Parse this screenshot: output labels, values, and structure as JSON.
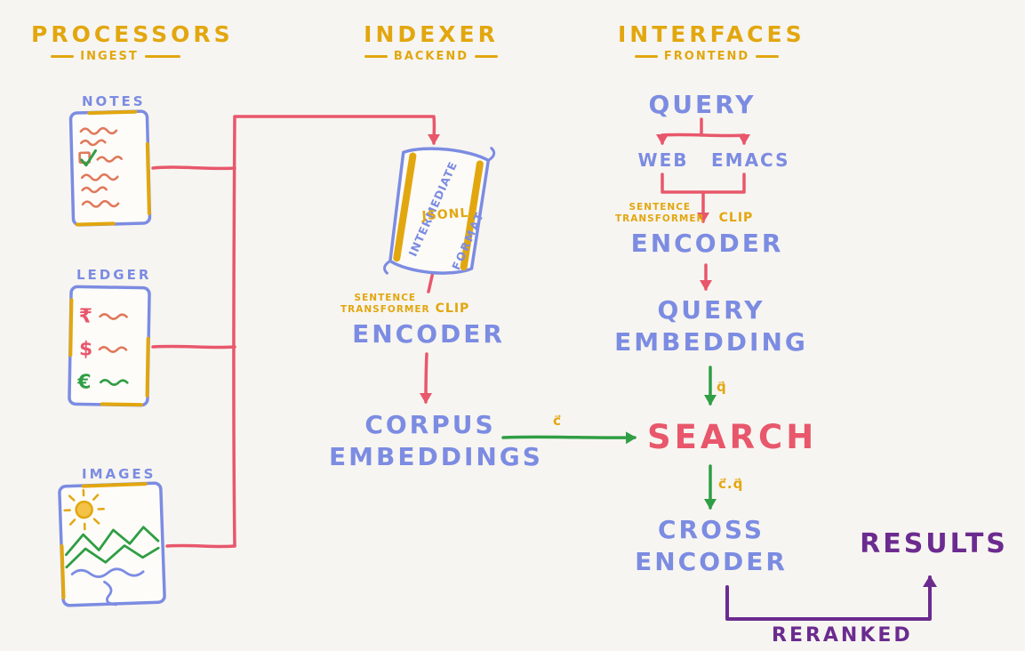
{
  "colors": {
    "background": "#F7F5F1",
    "yellow": "#E2A70F",
    "blue": "#7C8CE2",
    "red": "#E8576B",
    "salmon": "#E0795B",
    "green": "#2F9E44",
    "purple": "#6B2B8F"
  },
  "headers": {
    "processors": {
      "title": "PROCESSORS",
      "subtitle": "INGEST"
    },
    "indexer": {
      "title": "INDEXER",
      "subtitle": "BACKEND"
    },
    "interfaces": {
      "title": "INTERFACES",
      "subtitle": "FRONTEND"
    }
  },
  "processors": {
    "notes": "NOTES",
    "ledger": "LEDGER",
    "images": "IMAGES",
    "currency_rupee": "₹",
    "currency_dollar": "$",
    "currency_euro": "€"
  },
  "indexer": {
    "scroll_left": "INTERMEDIATE",
    "scroll_center": "JSONL",
    "scroll_right": "FORMAT",
    "model_line1": "SENTENCE",
    "model_line2": "TRANSFORMER",
    "model_alt": "CLIP",
    "encoder": "ENCODER",
    "corpus1": "CORPUS",
    "corpus2": "EMBEDDINGS",
    "corpus_vector": "c⃗"
  },
  "interfaces": {
    "query": "QUERY",
    "web": "WEB",
    "emacs": "EMACS",
    "model_line1": "SENTENCE",
    "model_line2": "TRANSFORMER",
    "model_alt": "CLIP",
    "encoder": "ENCODER",
    "embedding1": "QUERY",
    "embedding2": "EMBEDDING",
    "query_vector": "q⃗",
    "search": "SEARCH",
    "dot_product": "c⃗.q⃗",
    "cross1": "CROSS",
    "cross2": "ENCODER",
    "results": "RESULTS",
    "reranked": "RERANKED"
  }
}
